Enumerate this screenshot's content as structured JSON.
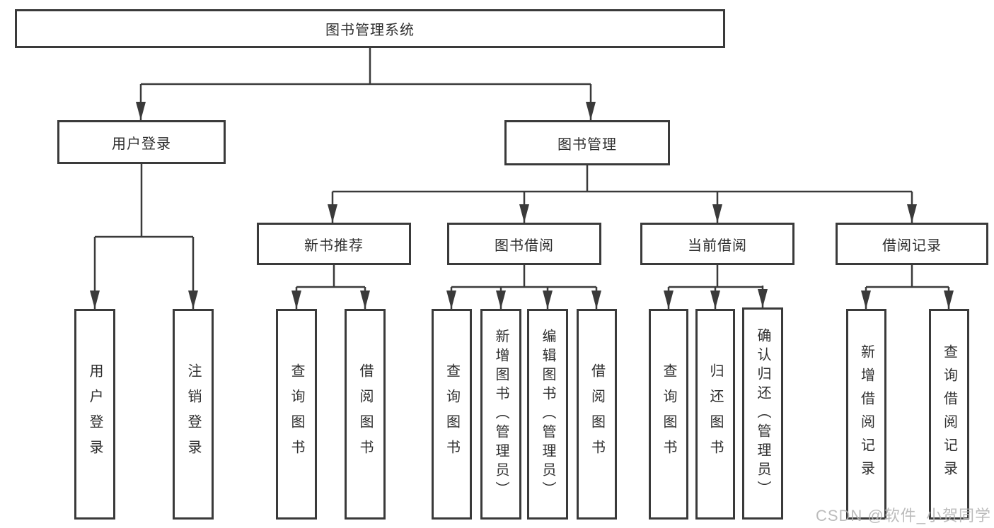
{
  "diagram": {
    "root": {
      "label": "图书管理系统"
    },
    "level2": [
      {
        "label": "用户登录"
      },
      {
        "label": "图书管理"
      }
    ],
    "level3": [
      {
        "label": "新书推荐"
      },
      {
        "label": "图书借阅"
      },
      {
        "label": "当前借阅"
      },
      {
        "label": "借阅记录"
      }
    ],
    "leaves": {
      "user_login": [
        "用户登录",
        "注销登录"
      ],
      "new_books": [
        "查询图书",
        "借阅图书"
      ],
      "book_borrow": [
        "查询图书",
        "新增图书（管理员）",
        "编辑图书（管理员）",
        "借阅图书"
      ],
      "current_borrow": [
        "查询图书",
        "归还图书",
        "确认归还（管理员）"
      ],
      "borrow_records": [
        "新增借阅记录",
        "查询借阅记录"
      ]
    }
  },
  "watermark": "CSDN @软件_小贺同学",
  "colors": {
    "line": "#3a3a3a",
    "text": "#2f2f2f",
    "background": "#ffffff",
    "watermark": "#b3b3b3"
  }
}
